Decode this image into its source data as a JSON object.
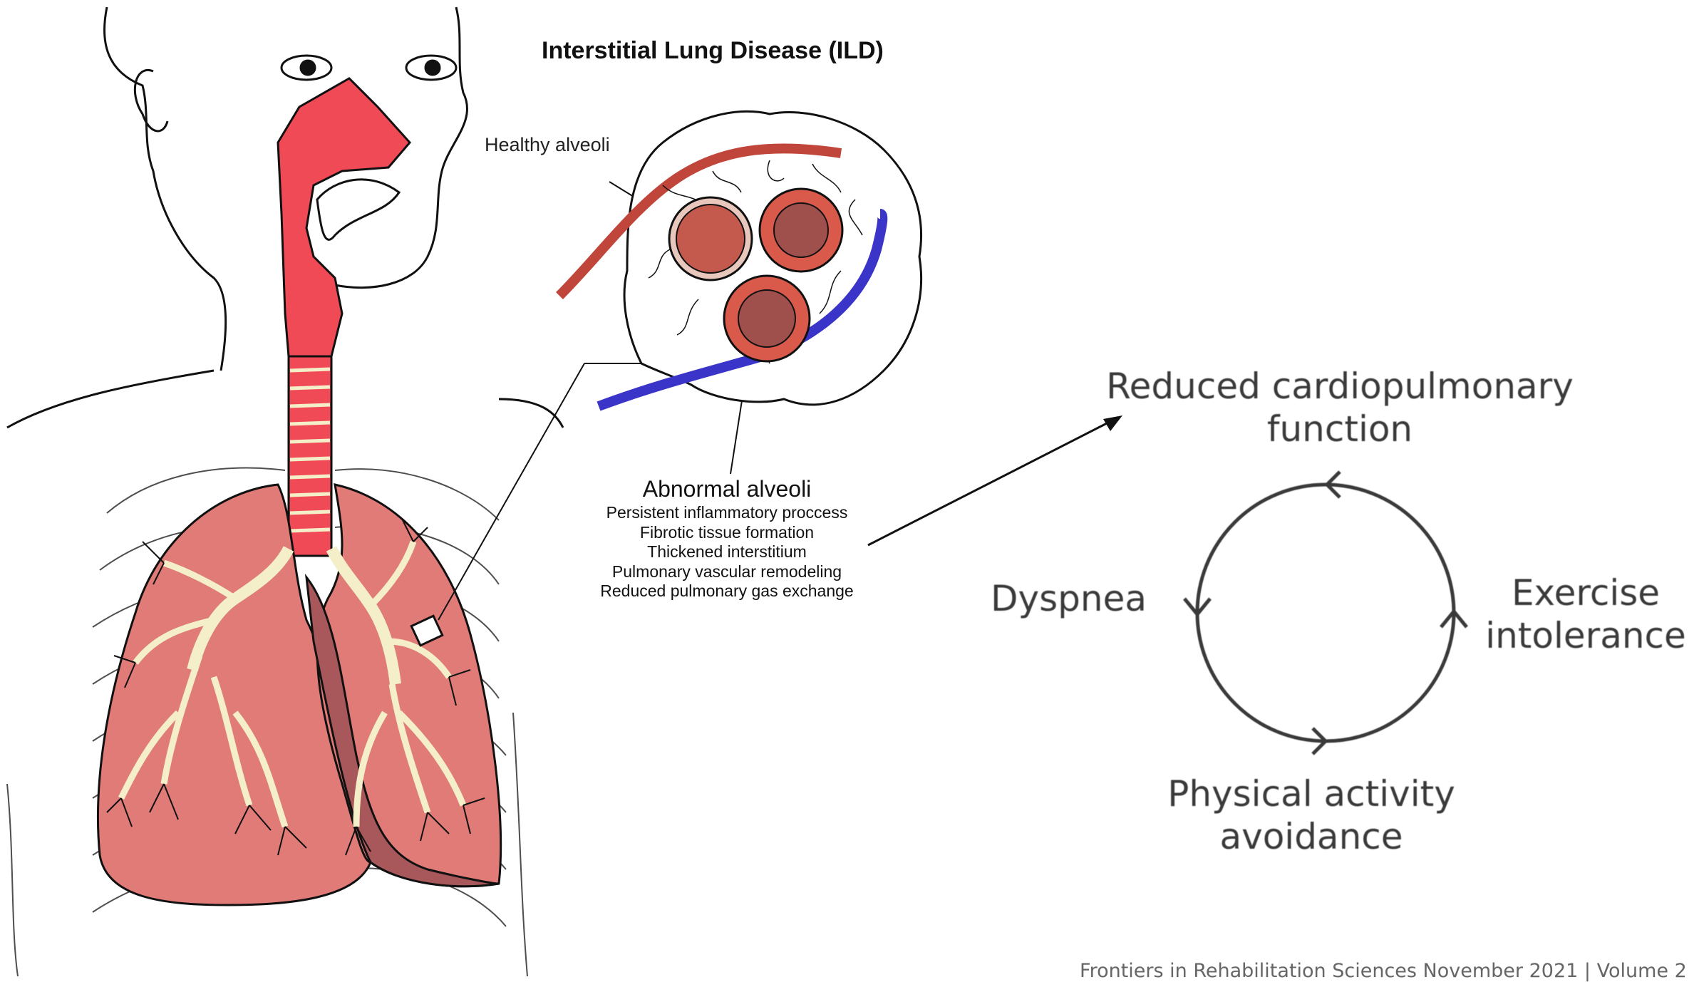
{
  "title": "Interstitial Lung Disease (ILD)",
  "labels": {
    "healthy_alveoli": "Healthy alveoli",
    "abnormal_alveoli": "Abnormal alveoli",
    "abnormal_features": [
      "Persistent inflammatory proccess",
      "Fibrotic tissue formation",
      "Thickened interstitium",
      "Pulmonary vascular remodeling",
      "Reduced pulmonary gas exchange"
    ]
  },
  "cycle": {
    "top": "Reduced cardiopulmonary function",
    "right": "Exercise intolerance",
    "bottom": "Physical activity avoidance",
    "left": "Dyspnea"
  },
  "footer": "Frontiers in Rehabilitation Sciences   November 2021 | Volume 2",
  "colors": {
    "airway": "#f04a57",
    "lung": "#e07b78",
    "lung_dark": "#a8575a",
    "bronchi": "#f4efc8",
    "alveolus": "#c45a4e",
    "artery": "#c0453a",
    "vein": "#3a34c8"
  }
}
